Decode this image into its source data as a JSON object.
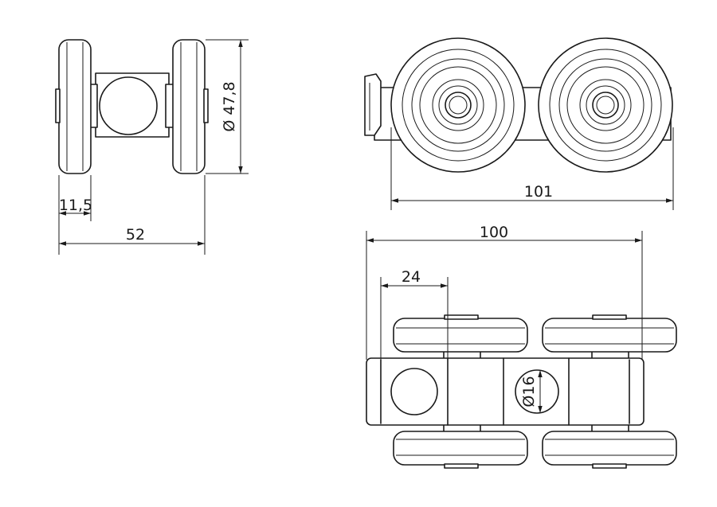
{
  "dimensions": {
    "side_wheel_diameter": "Ø 47,8",
    "side_wheel_width": "11,5",
    "side_total_width": "52",
    "front_total_length": "101",
    "top_total_length": "100",
    "top_first_axle_offset": "24",
    "top_pin_diameter": "Ø16"
  },
  "colors": {
    "line": "#1a1a1a",
    "background": "#ffffff"
  }
}
